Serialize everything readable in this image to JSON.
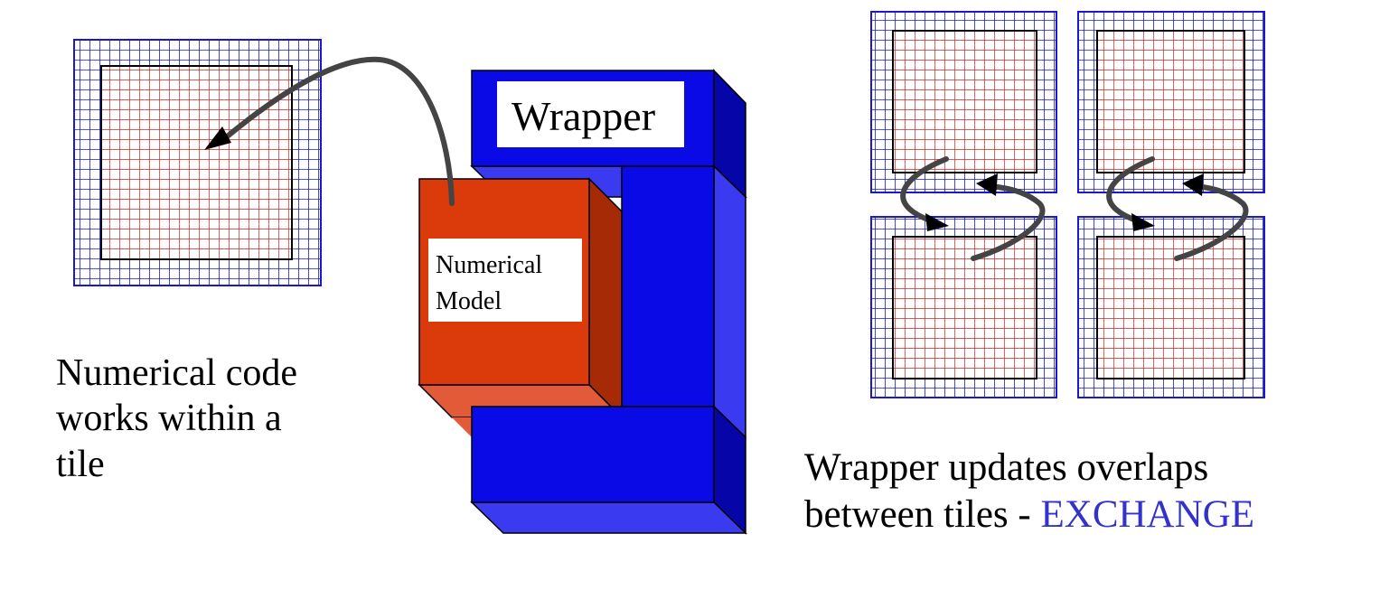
{
  "diagram": {
    "wrapper_label": "Wrapper",
    "model_label_line1": "Numerical",
    "model_label_line2": "Model",
    "caption_left": {
      "line1": "Numerical code",
      "line2": "works within a",
      "line3": "tile"
    },
    "caption_right": {
      "line1": "Wrapper updates overlaps",
      "line2_prefix": "between tiles - ",
      "line2_accent": "EXCHANGE"
    }
  },
  "colors": {
    "halo_grid": "#1a1acc",
    "interior_grid": "#d42020",
    "wrapper_front": "#0a0ae6",
    "wrapper_side": "#0505a8",
    "wrapper_top": "#3a3af0",
    "model_front": "#db3a0a",
    "model_side": "#a62a06",
    "model_bottom": "#e35a38",
    "arrow": "#444444",
    "accent_text": "#3333cc"
  }
}
